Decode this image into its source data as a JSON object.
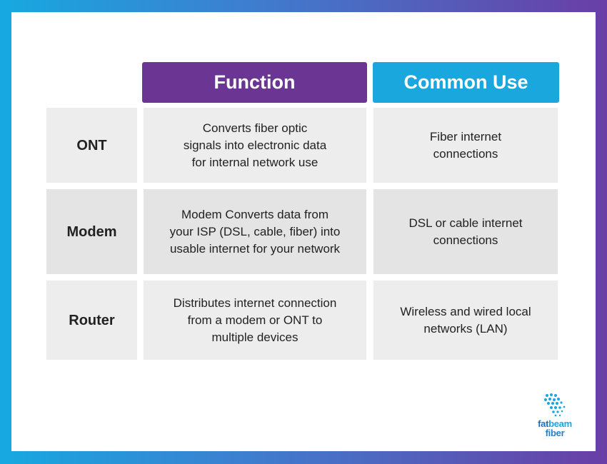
{
  "headers": {
    "function": "Function",
    "common_use": "Common Use"
  },
  "rows": [
    {
      "label": "ONT",
      "function": "Converts fiber optic\nsignals into electronic data\nfor internal network use",
      "use": "Fiber internet\nconnections"
    },
    {
      "label": "Modem",
      "function": "Modem Converts data from\nyour ISP (DSL, cable, fiber) into\nusable internet for your network",
      "use": "DSL or cable internet\nconnections"
    },
    {
      "label": "Router",
      "function": "Distributes internet connection\nfrom a modem or ONT to\nmultiple devices",
      "use": "Wireless and wired local\nnetworks (LAN)"
    }
  ],
  "logo": {
    "fat": "fat",
    "beam": "beam",
    "fiber": "fiber"
  },
  "colors": {
    "function_header": "#6a3593",
    "common_use_header": "#1aa7de",
    "cell_light": "#ededed",
    "cell_mid": "#e4e4e4"
  }
}
